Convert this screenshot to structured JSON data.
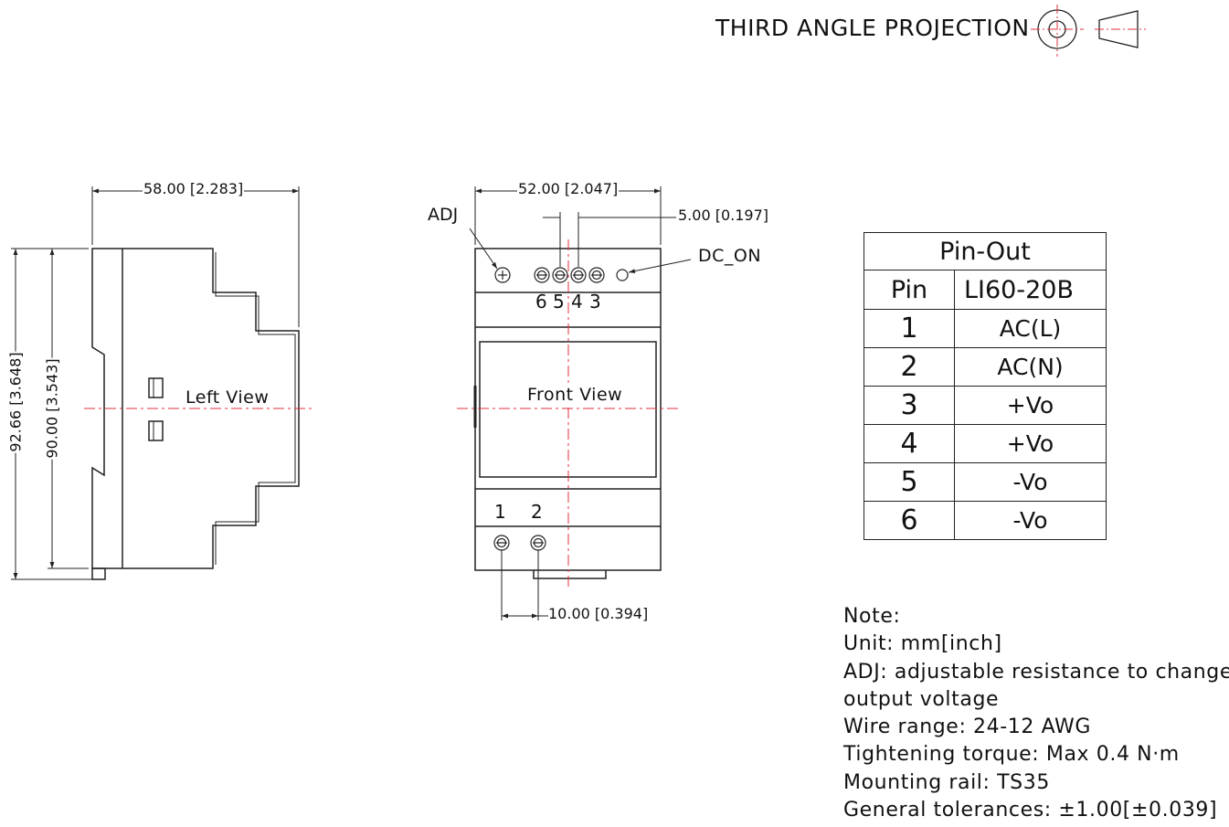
{
  "projection": {
    "label": "THIRD ANGLE PROJECTION"
  },
  "left_view": {
    "label": "Left View",
    "dim_width": "58.00 [2.283]",
    "dim_height_outer": "92.66 [3.648]",
    "dim_height_inner": "90.00 [3.543]"
  },
  "front_view": {
    "label": "Front View",
    "dim_width": "52.00 [2.047]",
    "dim_pitch": "5.00 [0.197]",
    "dim_input_pitch": "10.00 [0.394]",
    "adj_label": "ADJ",
    "dc_on_label": "DC_ON",
    "output_terminals": [
      "6",
      "5",
      "4",
      "3"
    ],
    "input_terminals": [
      "1",
      "2"
    ]
  },
  "pinout": {
    "title": "Pin-Out",
    "col_pin": "Pin",
    "col_model": "LI60-20B",
    "rows": [
      {
        "pin": "1",
        "function": "AC(L)"
      },
      {
        "pin": "2",
        "function": "AC(N)"
      },
      {
        "pin": "3",
        "function": "+Vo"
      },
      {
        "pin": "4",
        "function": "+Vo"
      },
      {
        "pin": "5",
        "function": "-Vo"
      },
      {
        "pin": "6",
        "function": "-Vo"
      }
    ]
  },
  "notes": [
    "Note:",
    "Unit: mm[inch]",
    "ADJ: adjustable resistance to change",
    "output voltage",
    "Wire range: 24-12 AWG",
    "Tightening torque: Max 0.4 N·m",
    "Mounting rail: TS35",
    "General tolerances: ±1.00[±0.039]"
  ],
  "colors": {
    "line": "#222222",
    "centerline": "#e0323c"
  }
}
